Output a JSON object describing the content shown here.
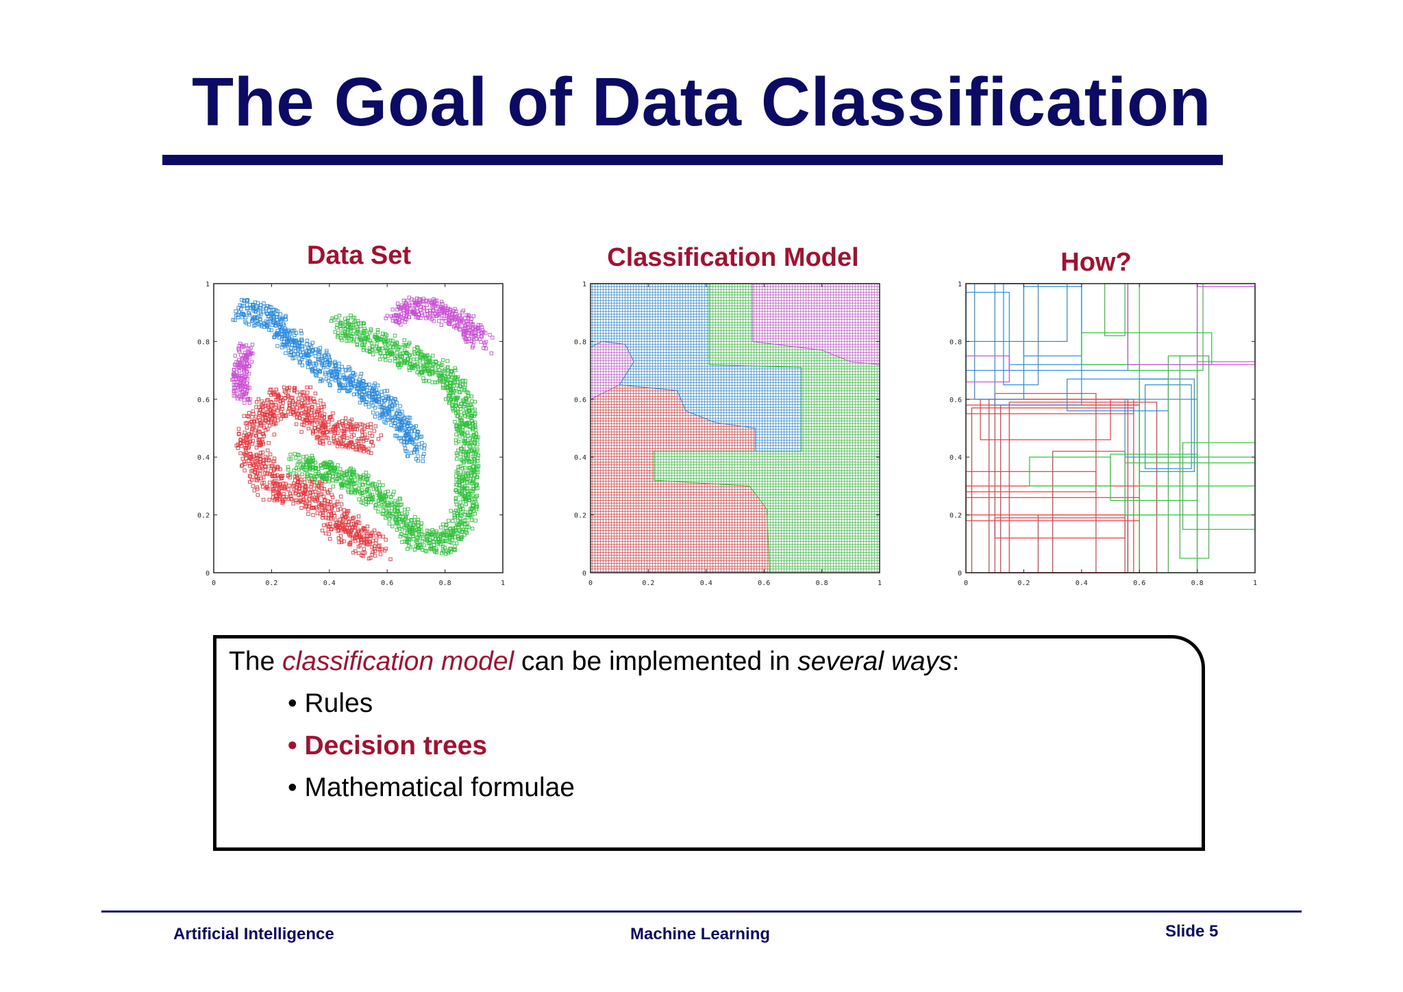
{
  "slide": {
    "title": "The Goal of Data Classification",
    "panels": {
      "data_set": "Data Set",
      "model": "Classification Model",
      "how": "How?"
    },
    "box": {
      "intro_before": "The ",
      "intro_em_red": "classification model",
      "intro_mid": " can be implemented in ",
      "intro_em": "several ways",
      "intro_after": ":",
      "bullets": [
        {
          "text": "• Rules",
          "highlight": false
        },
        {
          "text": "• Decision trees",
          "highlight": true
        },
        {
          "text": "• Mathematical formulae",
          "highlight": false
        }
      ]
    },
    "footer": {
      "left": "Artificial Intelligence",
      "center": "Machine Learning",
      "right": "Slide 5"
    }
  },
  "colors": {
    "navy": "#0b0b66",
    "accent_red": "#a51030",
    "class_red": "#e8393f",
    "class_blue": "#2a8be0",
    "class_green": "#2fc33a",
    "class_magenta": "#cc4fd6"
  },
  "chart_data": [
    {
      "type": "scatter",
      "title": "Data Set",
      "xlim": [
        0,
        1
      ],
      "ylim": [
        0,
        1
      ],
      "x_ticks": [
        "0",
        "0.2",
        "0.4",
        "0.6",
        "0.8",
        "1"
      ],
      "y_ticks": [
        "0",
        "0.2",
        "0.4",
        "0.6",
        "0.8",
        "1"
      ],
      "series": [
        {
          "color": "#e8393f",
          "stroke": [
            [
              0.58,
              0.08
            ],
            [
              0.45,
              0.16
            ],
            [
              0.33,
              0.28
            ],
            [
              0.2,
              0.3
            ],
            [
              0.12,
              0.45
            ],
            [
              0.2,
              0.58
            ],
            [
              0.3,
              0.6
            ],
            [
              0.35,
              0.51
            ],
            [
              0.45,
              0.48
            ],
            [
              0.55,
              0.46
            ]
          ],
          "width": 0.07
        },
        {
          "color": "#2a8be0",
          "stroke": [
            [
              0.09,
              0.91
            ],
            [
              0.2,
              0.88
            ],
            [
              0.28,
              0.79
            ],
            [
              0.4,
              0.7
            ],
            [
              0.52,
              0.63
            ],
            [
              0.6,
              0.57
            ],
            [
              0.67,
              0.49
            ],
            [
              0.7,
              0.42
            ]
          ],
          "width": 0.055
        },
        {
          "color": "#2fc33a",
          "stroke": [
            [
              0.43,
              0.86
            ],
            [
              0.55,
              0.8
            ],
            [
              0.69,
              0.74
            ],
            [
              0.82,
              0.67
            ],
            [
              0.87,
              0.56
            ],
            [
              0.88,
              0.4
            ],
            [
              0.87,
              0.2
            ],
            [
              0.8,
              0.1
            ],
            [
              0.7,
              0.12
            ],
            [
              0.62,
              0.22
            ],
            [
              0.5,
              0.31
            ],
            [
              0.38,
              0.35
            ],
            [
              0.28,
              0.38
            ]
          ],
          "width": 0.055
        },
        {
          "color": "#cc4fd6",
          "stroke": [
            [
              0.62,
              0.89
            ],
            [
              0.7,
              0.92
            ],
            [
              0.8,
              0.9
            ],
            [
              0.88,
              0.85
            ],
            [
              0.93,
              0.79
            ]
          ],
          "width": 0.05
        },
        {
          "color": "#cc4fd6",
          "stroke": [
            [
              0.1,
              0.6
            ],
            [
              0.09,
              0.66
            ],
            [
              0.1,
              0.73
            ],
            [
              0.11,
              0.78
            ]
          ],
          "width": 0.04
        }
      ]
    },
    {
      "type": "heatmap",
      "title": "Classification Model",
      "xlim": [
        0,
        1
      ],
      "ylim": [
        0,
        1
      ],
      "x_ticks": [
        "0",
        "0.2",
        "0.4",
        "0.6",
        "0.8",
        "1"
      ],
      "y_ticks": [
        "0",
        "0.2",
        "0.4",
        "0.6",
        "0.8",
        "1"
      ],
      "regions": [
        {
          "class": "red",
          "poly": [
            [
              0,
              0
            ],
            [
              0.62,
              0
            ],
            [
              0.61,
              0.22
            ],
            [
              0.55,
              0.3
            ],
            [
              0.22,
              0.32
            ],
            [
              0.22,
              0.42
            ],
            [
              0.57,
              0.42
            ],
            [
              0.57,
              0.5
            ],
            [
              0.43,
              0.52
            ],
            [
              0.33,
              0.56
            ],
            [
              0.3,
              0.63
            ],
            [
              0.1,
              0.65
            ],
            [
              0,
              0.6
            ]
          ]
        },
        {
          "class": "magenta",
          "poly": [
            [
              0,
              0.6
            ],
            [
              0.1,
              0.65
            ],
            [
              0.15,
              0.73
            ],
            [
              0.12,
              0.79
            ],
            [
              0.04,
              0.8
            ],
            [
              0,
              0.78
            ]
          ]
        },
        {
          "class": "blue",
          "poly": [
            [
              0,
              0.78
            ],
            [
              0.04,
              0.8
            ],
            [
              0.12,
              0.79
            ],
            [
              0.15,
              0.73
            ],
            [
              0.1,
              0.65
            ],
            [
              0.3,
              0.63
            ],
            [
              0.33,
              0.56
            ],
            [
              0.43,
              0.52
            ],
            [
              0.57,
              0.5
            ],
            [
              0.57,
              0.42
            ],
            [
              0.73,
              0.42
            ],
            [
              0.73,
              0.71
            ],
            [
              0.41,
              0.72
            ],
            [
              0.41,
              1
            ],
            [
              0,
              1
            ]
          ]
        },
        {
          "class": "green",
          "poly": [
            [
              0.41,
              1
            ],
            [
              0.56,
              1
            ],
            [
              0.56,
              0.8
            ],
            [
              0.8,
              0.77
            ],
            [
              0.9,
              0.73
            ],
            [
              1,
              0.72
            ],
            [
              1,
              0
            ],
            [
              0.62,
              0
            ],
            [
              0.61,
              0.22
            ],
            [
              0.55,
              0.3
            ],
            [
              0.22,
              0.32
            ],
            [
              0.22,
              0.42
            ],
            [
              0.57,
              0.42
            ],
            [
              0.73,
              0.42
            ],
            [
              0.73,
              0.71
            ],
            [
              0.41,
              0.72
            ]
          ]
        },
        {
          "class": "magenta",
          "poly": [
            [
              0.56,
              1
            ],
            [
              1,
              1
            ],
            [
              1,
              0.72
            ],
            [
              0.9,
              0.73
            ],
            [
              0.8,
              0.77
            ],
            [
              0.56,
              0.8
            ]
          ]
        }
      ]
    },
    {
      "type": "rectangles",
      "title": "How?",
      "xlim": [
        0,
        1
      ],
      "ylim": [
        0,
        1
      ],
      "x_ticks": [
        "0",
        "0.2",
        "0.4",
        "0.6",
        "0.8",
        "1"
      ],
      "y_ticks": [
        "0",
        "0.2",
        "0.4",
        "0.6",
        "0.8",
        "1"
      ],
      "boxes": [
        {
          "c": "red",
          "r": [
            0,
            0,
            0.6,
            0.58
          ]
        },
        {
          "c": "red",
          "r": [
            0.02,
            0,
            0.58,
            0.57
          ]
        },
        {
          "c": "red",
          "r": [
            0.08,
            0,
            0.56,
            0.6
          ]
        },
        {
          "c": "red",
          "r": [
            0.1,
            0,
            0.45,
            0.62
          ]
        },
        {
          "c": "red",
          "r": [
            0.12,
            0,
            0.6,
            0.58
          ]
        },
        {
          "c": "red",
          "r": [
            0.15,
            0,
            0.66,
            0.59
          ]
        },
        {
          "c": "red",
          "r": [
            0,
            0.2,
            0.66,
            0.3
          ]
        },
        {
          "c": "red",
          "r": [
            0,
            0.18,
            0.6,
            0.26
          ]
        },
        {
          "c": "red",
          "r": [
            0.25,
            0,
            0.56,
            0.2
          ]
        },
        {
          "c": "red",
          "r": [
            0.3,
            0,
            0.55,
            0.42
          ]
        },
        {
          "c": "red",
          "r": [
            0,
            0.55,
            0.58,
            0.6
          ]
        },
        {
          "c": "red",
          "r": [
            0.05,
            0.46,
            0.5,
            0.6
          ]
        },
        {
          "c": "red",
          "r": [
            0.1,
            0.12,
            0.55,
            0.19
          ]
        },
        {
          "c": "red",
          "r": [
            0,
            0.28,
            0.45,
            0.35
          ]
        },
        {
          "c": "blue",
          "r": [
            0,
            0.8,
            0.35,
            1
          ]
        },
        {
          "c": "blue",
          "r": [
            0.03,
            0.6,
            0.2,
            1
          ]
        },
        {
          "c": "blue",
          "r": [
            0.1,
            0.58,
            0.4,
            1
          ]
        },
        {
          "c": "blue",
          "r": [
            0.2,
            0.75,
            0.4,
            0.99
          ]
        },
        {
          "c": "blue",
          "r": [
            0.15,
            0.7,
            0.6,
            0.72
          ]
        },
        {
          "c": "blue",
          "r": [
            0.35,
            0.56,
            0.7,
            0.67
          ]
        },
        {
          "c": "blue",
          "r": [
            0.6,
            0.35,
            0.79,
            0.67
          ]
        },
        {
          "c": "blue",
          "r": [
            0.62,
            0.36,
            0.78,
            0.65
          ]
        },
        {
          "c": "blue",
          "r": [
            0.13,
            0.65,
            0.25,
            1
          ]
        },
        {
          "c": "blue",
          "r": [
            0.0,
            0.7,
            0.15,
            0.97
          ]
        },
        {
          "c": "blue",
          "r": [
            0.55,
            0.4,
            0.8,
            0.6
          ]
        },
        {
          "c": "green",
          "r": [
            0.4,
            0.72,
            0.85,
            0.83
          ]
        },
        {
          "c": "green",
          "r": [
            0.48,
            0.82,
            0.55,
            1
          ]
        },
        {
          "c": "green",
          "r": [
            0.56,
            0.7,
            0.82,
            1
          ]
        },
        {
          "c": "green",
          "r": [
            0.6,
            0,
            0.8,
            1
          ]
        },
        {
          "c": "green",
          "r": [
            0.55,
            0.2,
            1,
            0.38
          ]
        },
        {
          "c": "green",
          "r": [
            0.22,
            0.3,
            0.5,
            0.4
          ]
        },
        {
          "c": "green",
          "r": [
            0.7,
            0,
            0.8,
            0.75
          ]
        },
        {
          "c": "green",
          "r": [
            0.75,
            0.15,
            1,
            0.45
          ]
        },
        {
          "c": "green",
          "r": [
            0.6,
            0.3,
            1,
            0.4
          ]
        },
        {
          "c": "green",
          "r": [
            0.5,
            0.25,
            0.8,
            0.41
          ]
        },
        {
          "c": "green",
          "r": [
            0.74,
            0.05,
            0.84,
            0.75
          ]
        },
        {
          "c": "magenta",
          "r": [
            0.56,
            0.72,
            1,
            1
          ]
        },
        {
          "c": "magenta",
          "r": [
            0.8,
            0.73,
            1,
            0.99
          ]
        },
        {
          "c": "magenta",
          "r": [
            0,
            0.66,
            0.15,
            0.75
          ]
        }
      ]
    }
  ]
}
